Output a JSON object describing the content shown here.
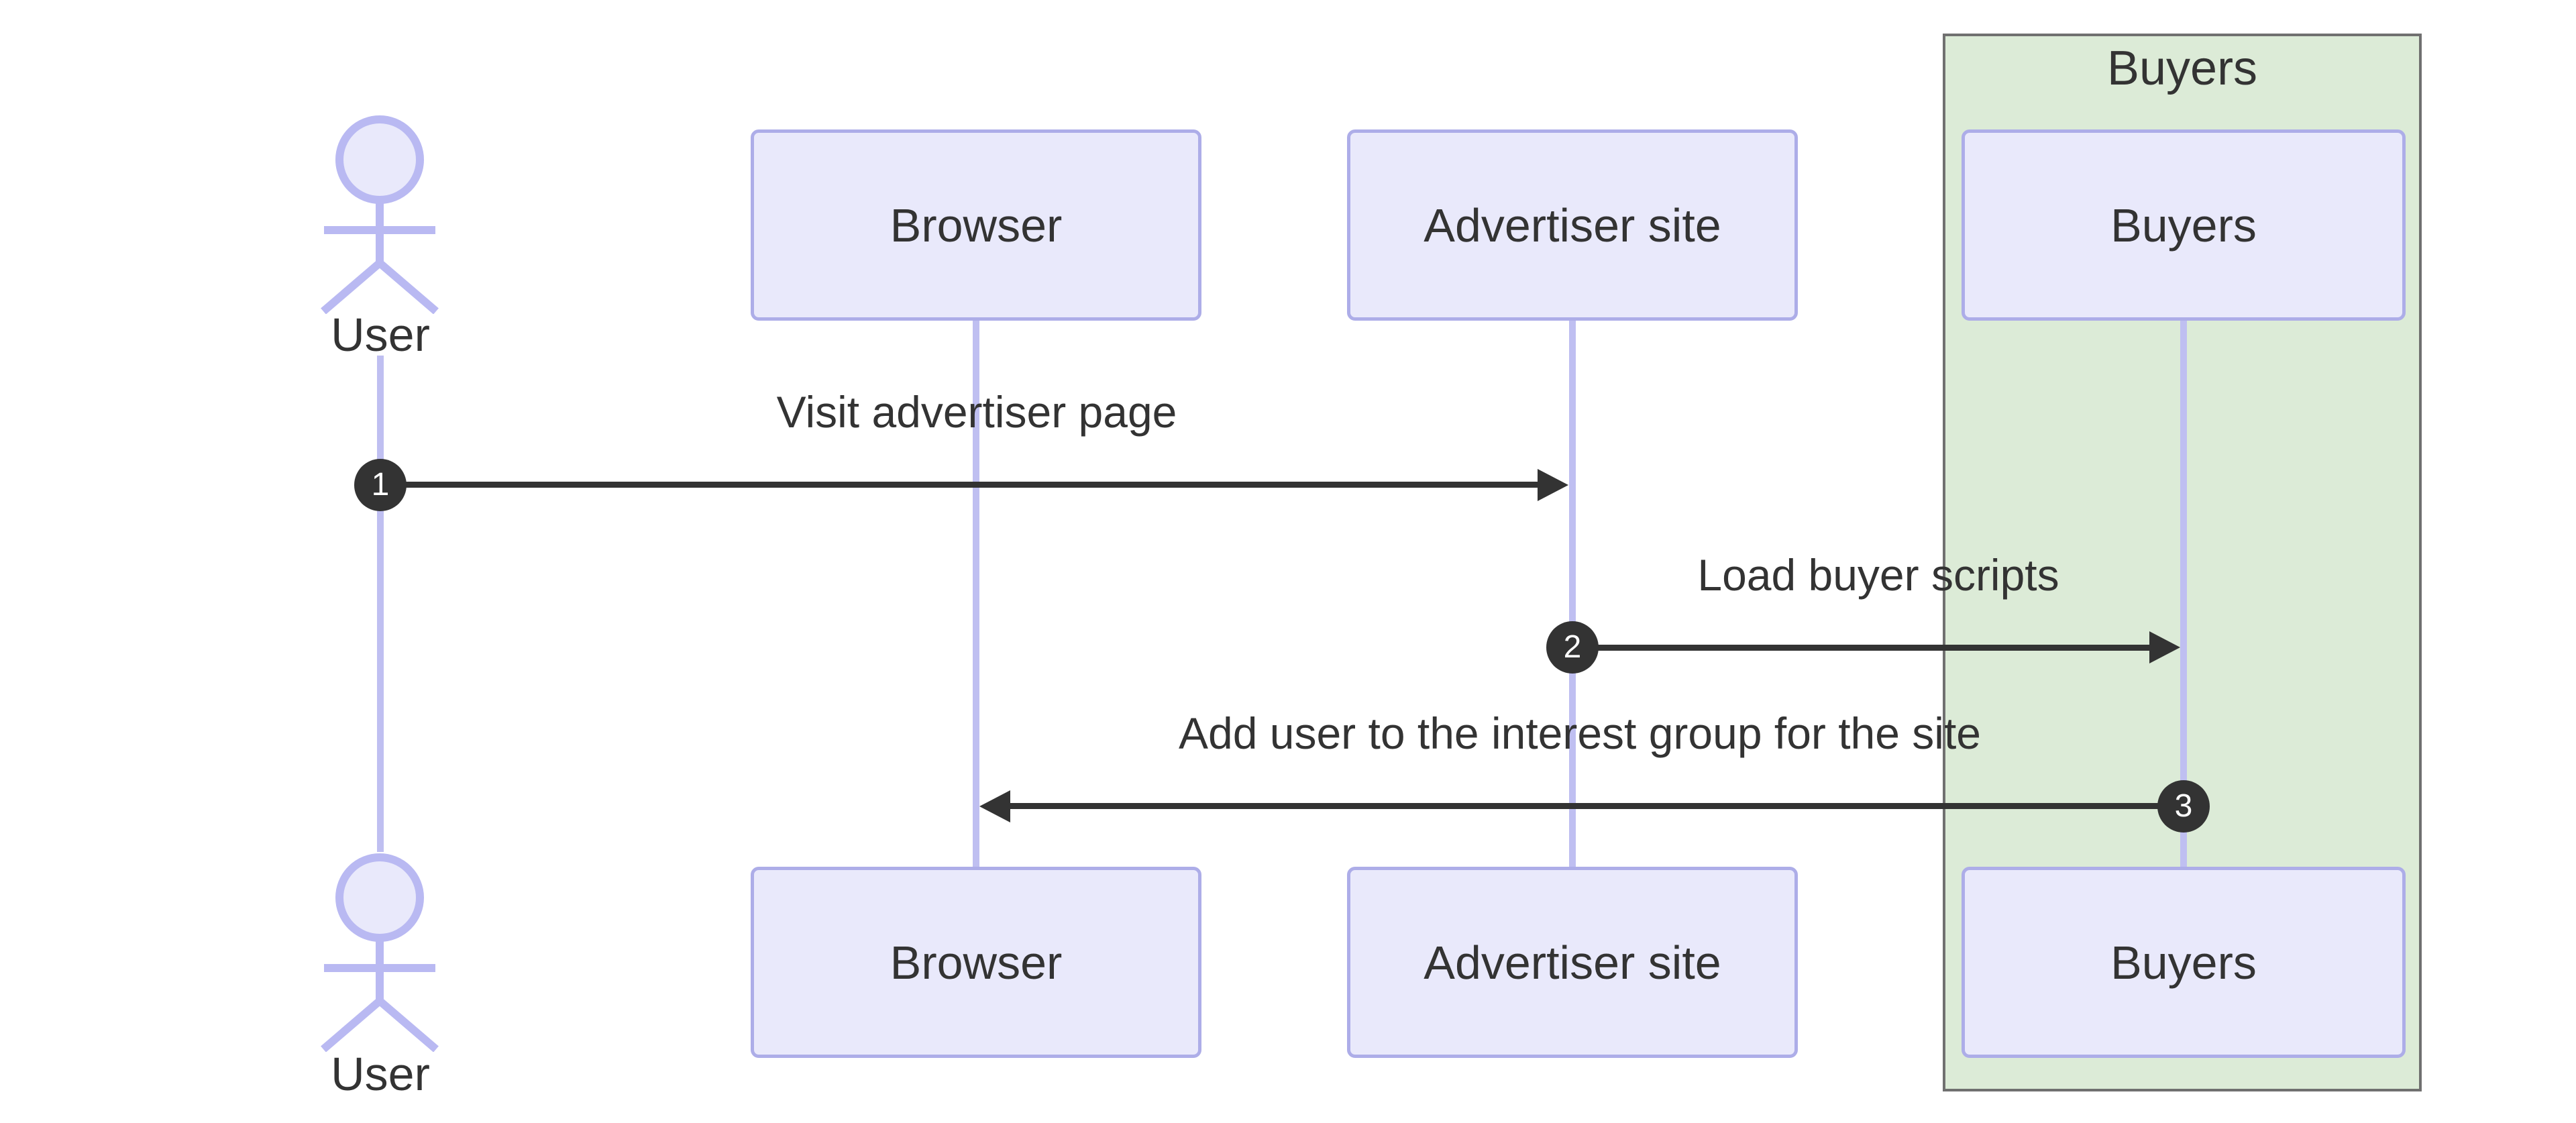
{
  "diagram_type": "sequence-diagram",
  "participants": [
    {
      "label": "User",
      "kind": "actor"
    },
    {
      "label": "Browser",
      "kind": "participant"
    },
    {
      "label": "Advertiser site",
      "kind": "participant"
    },
    {
      "label": "Buyers",
      "kind": "participant"
    }
  ],
  "group": {
    "label": "Buyers",
    "contains": [
      "Buyers"
    ]
  },
  "messages": [
    {
      "seq": "1",
      "from": "User",
      "to": "Advertiser site",
      "label": "Visit advertiser page"
    },
    {
      "seq": "2",
      "from": "Advertiser site",
      "to": "Buyers",
      "label": "Load buyer scripts"
    },
    {
      "seq": "3",
      "from": "Buyers",
      "to": "Browser",
      "label": "Add user to the interest group for the site"
    }
  ],
  "colors": {
    "background": "#ffffff",
    "participant_fill": "#e9e9fb",
    "participant_border": "#adade8",
    "lifeline": "#bfbff1",
    "actor_stroke": "#b9b9f2",
    "group_fill": "#dcebd7",
    "group_border": "#707070",
    "arrow": "#333333",
    "text": "#333333",
    "number_fill": "#333333",
    "number_text": "#ffffff"
  }
}
